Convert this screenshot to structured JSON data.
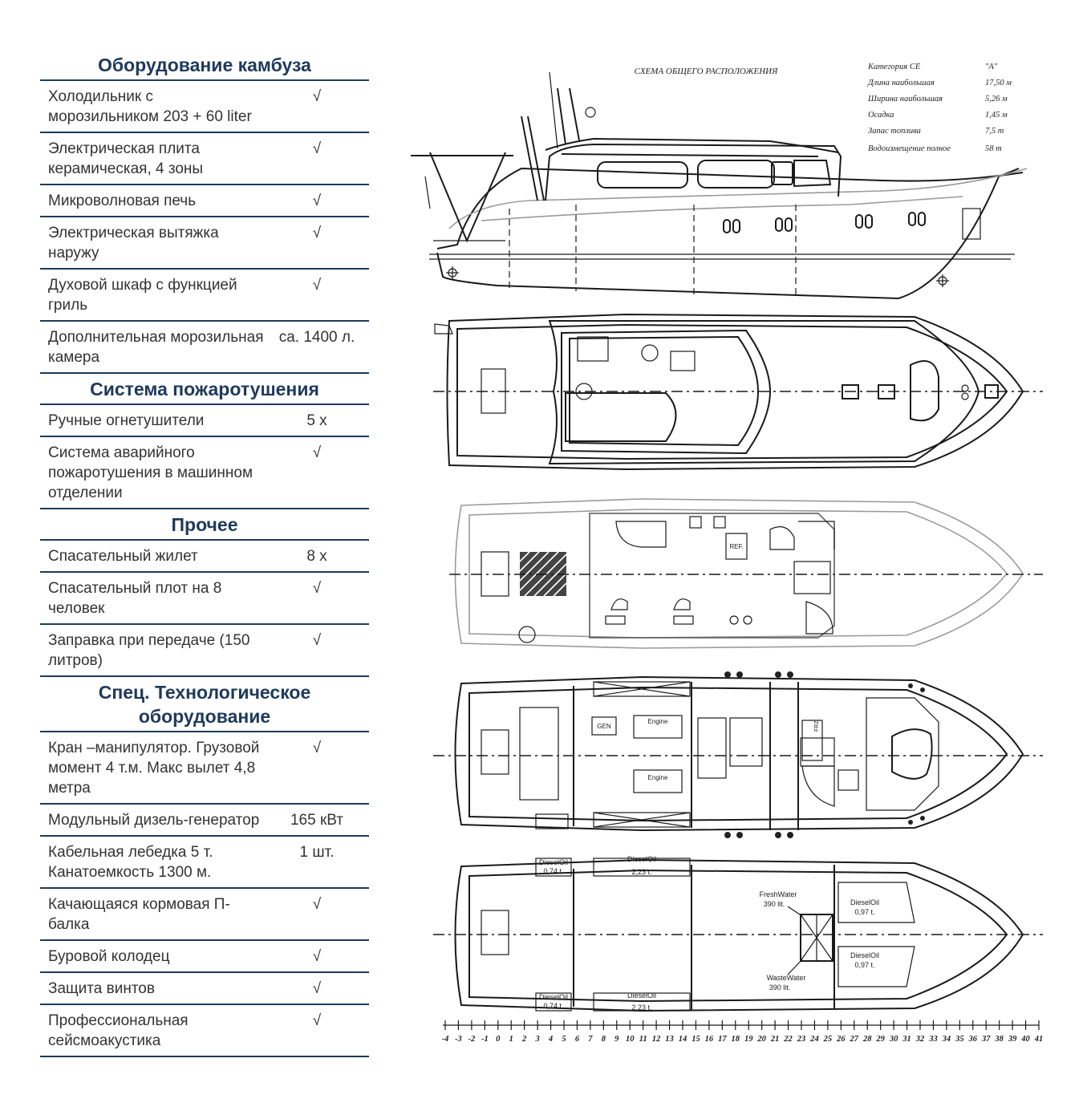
{
  "sections": [
    {
      "title": "Оборудование камбуза",
      "rows": [
        {
          "name": "Холодильник с морозильником  203 + 60 liter",
          "value": "√"
        },
        {
          "name": "Электрическая плита керамическая, 4 зоны",
          "value": "√"
        },
        {
          "name": "Микроволновая печь",
          "value": "√"
        },
        {
          "name": "Электрическая вытяжка наружу",
          "value": "√"
        },
        {
          "name": "Духовой шкаф с функцией гриль",
          "value": "√"
        },
        {
          "name": "Дополнительная морозильная камера",
          "value": "ca. 1400 л."
        }
      ]
    },
    {
      "title": "Система пожаротушения",
      "rows": [
        {
          "name": "Ручные огнетушители",
          "value": "5 x"
        },
        {
          "name": "Система аварийного пожаротушения в машинном отделении",
          "value": "√"
        }
      ]
    },
    {
      "title": "Прочее",
      "rows": [
        {
          "name": "Спасательный жилет",
          "value": "8 x"
        },
        {
          "name": "Спасательный плот на 8 человек",
          "value": "√"
        },
        {
          "name": "Заправка при передаче (150 литров)",
          "value": "√"
        }
      ]
    },
    {
      "title": "Спец. Технологическое оборудование",
      "rows": [
        {
          "name": "Кран –манипулятор. Грузовой момент 4 т.м. Макс вылет 4,8 метра",
          "value": "√"
        },
        {
          "name": "Модульный дизель-генератор",
          "value": "165 кВт"
        },
        {
          "name": "Кабельная лебедка 5 т. Канатоемкость 1300 м.",
          "value": "1 шт."
        },
        {
          "name": "Качающаяся кормовая П-балка",
          "value": "√"
        },
        {
          "name": "Буровой колодец",
          "value": "√"
        },
        {
          "name": "Защита винтов",
          "value": "√"
        },
        {
          "name": "Профессиональная сейсмоакустика",
          "value": "√"
        }
      ]
    }
  ],
  "drawing": {
    "title": "СХЕМА ОБЩЕГО РАСПОЛОЖЕНИЯ",
    "specs": [
      {
        "label": "Категория CE",
        "value": "\"A\""
      },
      {
        "label": "Длина наибольшая",
        "value": "17,50 м"
      },
      {
        "label": "Ширина наибольшая",
        "value": "5,26 м"
      },
      {
        "label": "Осадка",
        "value": "1,45 м"
      },
      {
        "label": "Запас топлива",
        "value": "7,5 т"
      },
      {
        "label": "Водоизмещение полное",
        "value": "58 т"
      }
    ],
    "deck_labels": {
      "ref": "REF.",
      "frz": "FRZ",
      "gen": "GEN",
      "engine": "Engine"
    },
    "tanks": [
      {
        "name": "DieselOil",
        "amount": "0,74 t."
      },
      {
        "name": "DieselOil",
        "amount": "2,23 t."
      },
      {
        "name": "FreshWater",
        "amount": "390 lit."
      },
      {
        "name": "DieselOil",
        "amount": "0,97 t."
      },
      {
        "name": "DieselOil",
        "amount": "0,97 t."
      },
      {
        "name": "WasteWater",
        "amount": "390 lit."
      },
      {
        "name": "DieselOil",
        "amount": "0,74 t."
      },
      {
        "name": "DieselOil",
        "amount": "2,23 t."
      }
    ],
    "frame_numbers": [
      "-4",
      "-3",
      "-2",
      "-1",
      "0",
      "1",
      "2",
      "3",
      "4",
      "5",
      "6",
      "7",
      "8",
      "9",
      "10",
      "11",
      "12",
      "13",
      "14",
      "15",
      "16",
      "17",
      "18",
      "19",
      "20",
      "21",
      "22",
      "23",
      "24",
      "25",
      "26",
      "27",
      "28",
      "29",
      "30",
      "31",
      "32",
      "33",
      "34",
      "35",
      "36",
      "37",
      "38",
      "39",
      "40",
      "41"
    ]
  }
}
